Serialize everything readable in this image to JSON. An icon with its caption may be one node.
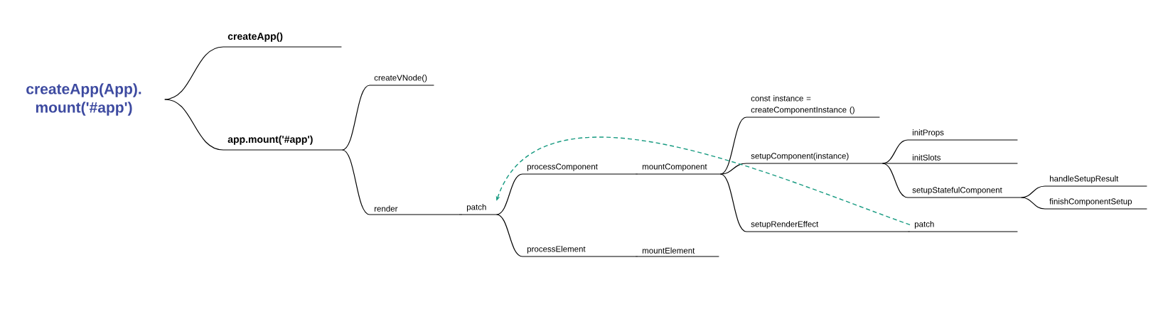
{
  "diagram": {
    "nodes": [
      {
        "text": [
          "createApp(App). mount('#app')"
        ]
      },
      {
        "text": [
          "createApp()"
        ]
      },
      {
        "text": [
          "app.mount('#app')"
        ]
      },
      {
        "text": [
          "createVNode()"
        ]
      },
      {
        "text": [
          "render"
        ]
      },
      {
        "text": [
          "patch"
        ]
      },
      {
        "text": [
          "processComponent"
        ]
      },
      {
        "text": [
          "mountComponent"
        ]
      },
      {
        "text": [
          "processElement"
        ]
      },
      {
        "text": [
          "mountElement"
        ]
      },
      {
        "text": [
          "const instance = createComponentInstance ()"
        ]
      },
      {
        "text": [
          "setupComponent(instance)"
        ]
      },
      {
        "text": [
          "setupRenderEffect"
        ]
      },
      {
        "text": [
          "patch"
        ]
      },
      {
        "text": [
          "initProps"
        ]
      },
      {
        "text": [
          "initSlots"
        ]
      },
      {
        "text": [
          "setupStatefulComponent"
        ]
      },
      {
        "text": [
          "handleSetupResult"
        ]
      },
      {
        "text": [
          "finishComponentSetup"
        ]
      }
    ],
    "edges": [
      {
        "from": 0,
        "to": 1,
        "arrow": "none"
      },
      {
        "from": 0,
        "to": 2,
        "arrow": "none"
      },
      {
        "from": 2,
        "to": 3,
        "arrow": "none"
      },
      {
        "from": 2,
        "to": 4,
        "arrow": "none"
      },
      {
        "from": 4,
        "to": 5,
        "arrow": "none"
      },
      {
        "from": 5,
        "to": 6,
        "arrow": "none"
      },
      {
        "from": 5,
        "to": 8,
        "arrow": "none"
      },
      {
        "from": 6,
        "to": 7,
        "arrow": "none"
      },
      {
        "from": 8,
        "to": 9,
        "arrow": "none"
      },
      {
        "from": 7,
        "to": 10,
        "arrow": "none"
      },
      {
        "from": 7,
        "to": 11,
        "arrow": "none"
      },
      {
        "from": 7,
        "to": 12,
        "arrow": "none"
      },
      {
        "from": 12,
        "to": 13,
        "arrow": "none"
      },
      {
        "from": 11,
        "to": 14,
        "arrow": "none"
      },
      {
        "from": 11,
        "to": 15,
        "arrow": "none"
      },
      {
        "from": 11,
        "to": 16,
        "arrow": "none"
      },
      {
        "from": 16,
        "to": 17,
        "arrow": "none"
      },
      {
        "from": 16,
        "to": 18,
        "arrow": "none"
      },
      {
        "from": 13,
        "to": 5,
        "arrow": "to",
        "style": "dashed",
        "color": "#169a80"
      }
    ]
  }
}
